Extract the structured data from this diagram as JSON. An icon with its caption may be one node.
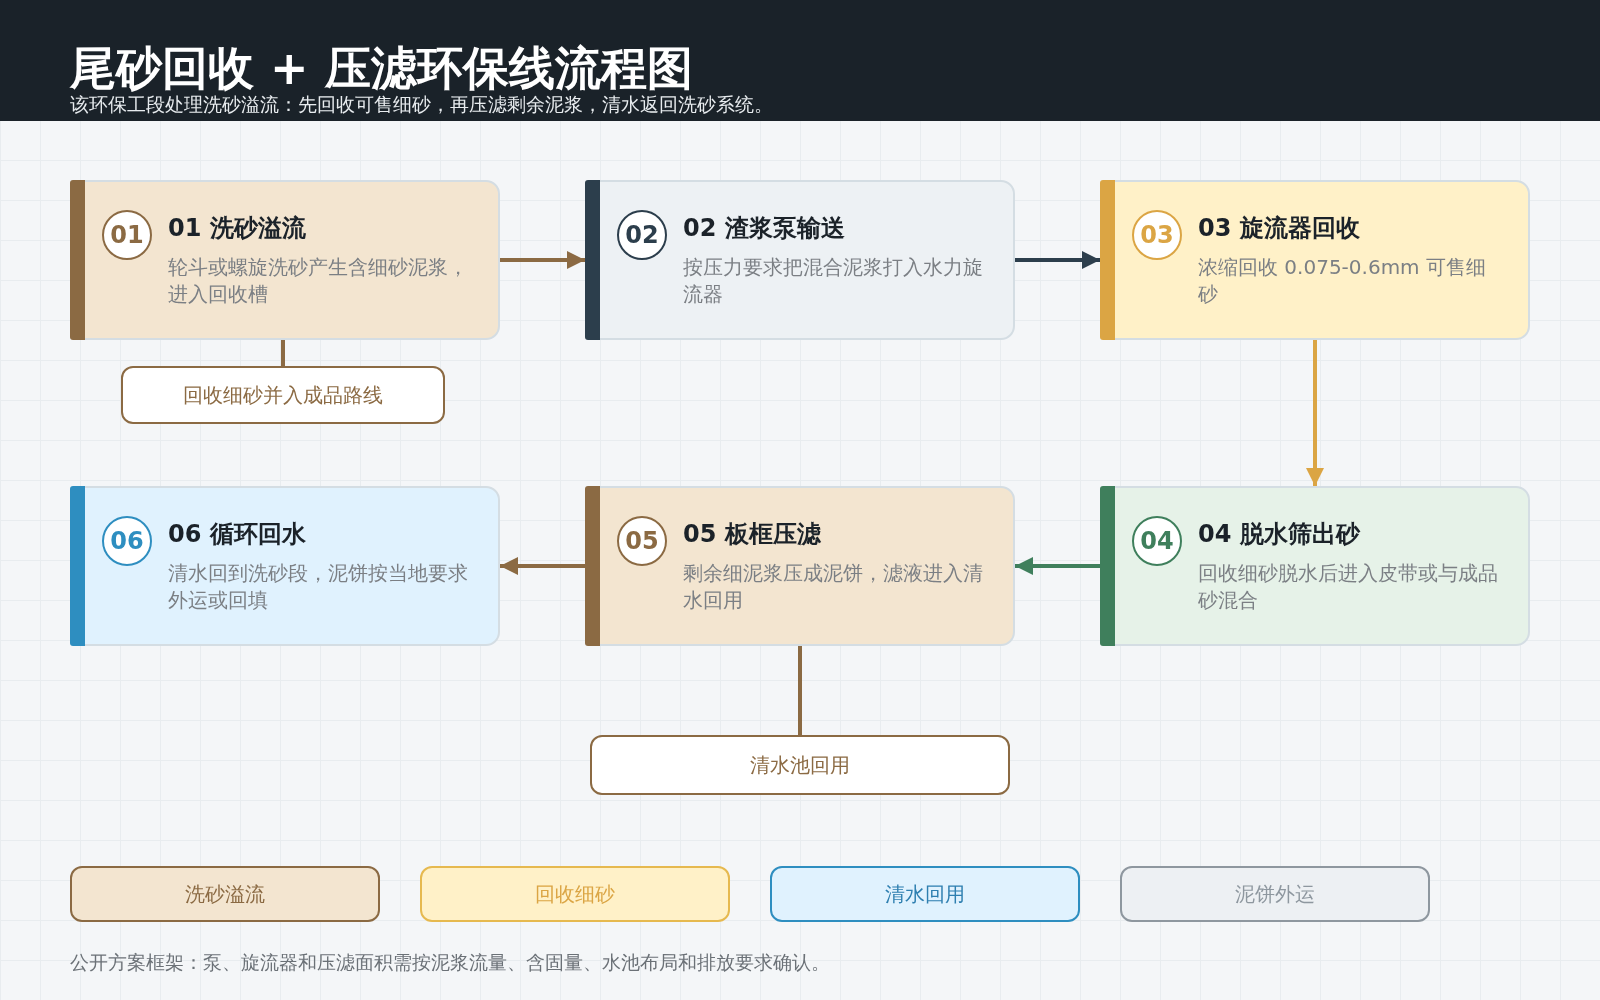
{
  "diagram": {
    "title": "尾砂回收 + 压滤环保线流程图",
    "nodes": [
      {
        "text": [
          "01 洗砂溢流",
          "轮斗或螺旋洗砂产生含细砂泥浆，进入回收槽"
        ]
      },
      {
        "text": [
          "01"
        ],
        "in": 0
      },
      {
        "text": [
          "02 渣浆泵输送",
          "按压力要求把混合泥浆打入水力旋流器"
        ]
      },
      {
        "text": [
          "02"
        ],
        "in": 2
      },
      {
        "text": [
          "03 旋流器回收",
          "浓缩回收 0.075-0.6mm 可售细砂"
        ]
      },
      {
        "text": [
          "03"
        ],
        "in": 4
      },
      {
        "text": [
          "回收细砂并入成品路线"
        ]
      },
      {
        "text": [
          "06 循环回水",
          "清水回到洗砂段，泥饼按当地要求外运或回填"
        ]
      },
      {
        "text": [
          "06"
        ],
        "in": 7
      },
      {
        "text": [
          "05 板框压滤",
          "剩余细泥浆压成泥饼，滤液进入清水回用"
        ]
      },
      {
        "text": [
          "05"
        ],
        "in": 9
      },
      {
        "text": [
          "04 脱水筛出砂",
          "回收细砂脱水后进入皮带或与成品砂混合"
        ]
      },
      {
        "text": [
          "04"
        ],
        "in": 11
      },
      {
        "text": [
          "清水池回用"
        ]
      }
    ],
    "edges": [
      {
        "from": 0,
        "to": 2,
        "arrow": "to"
      },
      {
        "from": 2,
        "to": 4,
        "arrow": "to",
        "color": "#2c3e4c"
      },
      {
        "from": 4,
        "to": 11,
        "arrow": "to",
        "color": "#dba544"
      },
      {
        "from": 11,
        "to": 9,
        "arrow": "to",
        "color": "#3f7f5c"
      },
      {
        "from": 9,
        "to": 7,
        "arrow": "to"
      },
      {
        "from": 0,
        "to": 6,
        "arrow": "none"
      },
      {
        "from": 9,
        "to": 13,
        "arrow": "none"
      }
    ],
    "labels": [
      "该环保工段处理洗砂溢流：先回收可售细砂，再压滤剩余泥浆，清水返回洗砂系统。",
      "公开方案框架：泵、旋流器和压滤面积需按泥浆流量、含固量、水池布局和排放要求确认。"
    ],
    "legend": [
      {
        "text": "洗砂溢流",
        "color": "#f3e5d0"
      },
      {
        "text": "回收细砂",
        "color": "#fff1c8"
      },
      {
        "text": "清水回用",
        "color": "#e0f2fe"
      },
      {
        "text": "泥饼外运",
        "color": "#edf0f3"
      }
    ]
  }
}
